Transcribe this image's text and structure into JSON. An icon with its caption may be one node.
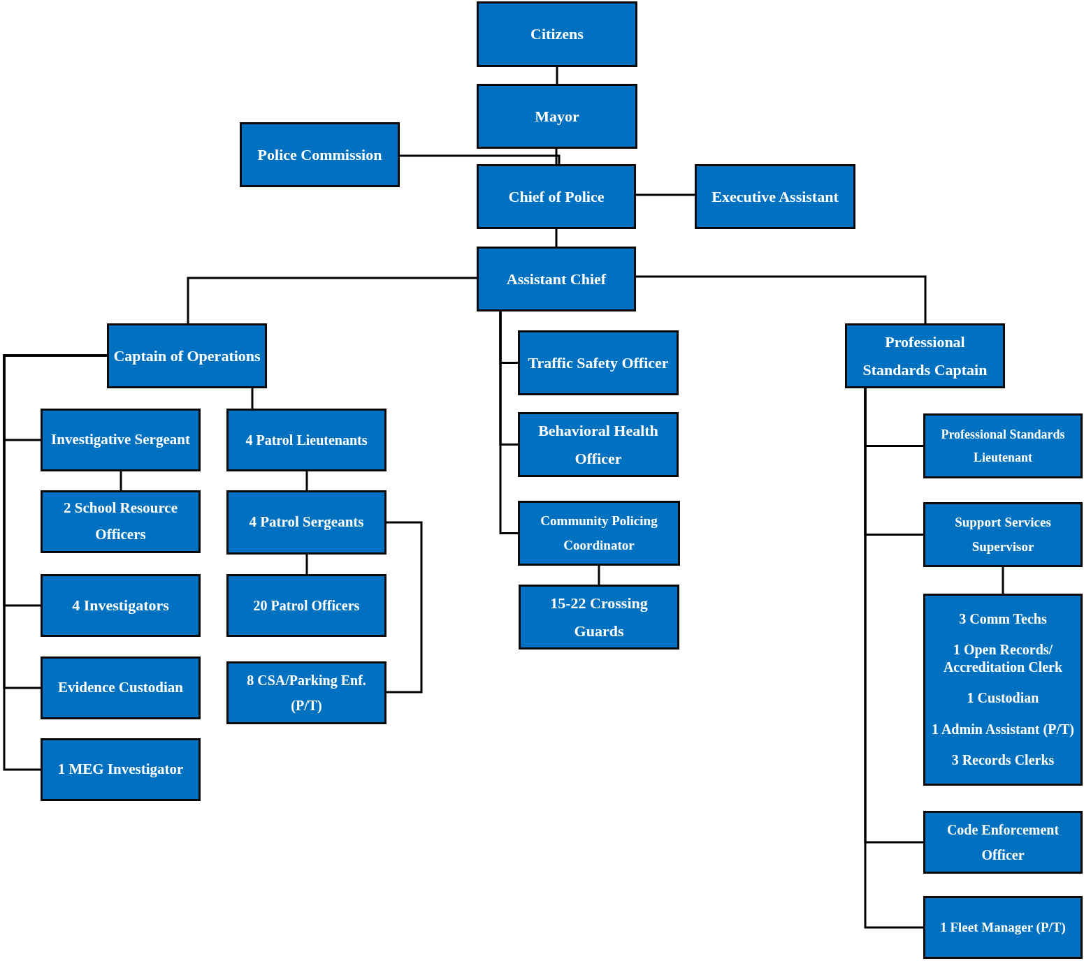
{
  "diagram": {
    "nodes": [
      {
        "text": [
          "Citizens"
        ]
      },
      {
        "text": [
          "Mayor"
        ]
      },
      {
        "text": [
          "Police Commission"
        ]
      },
      {
        "text": [
          "Chief of Police"
        ]
      },
      {
        "text": [
          "Executive Assistant"
        ]
      },
      {
        "text": [
          "Assistant Chief"
        ]
      },
      {
        "text": [
          "Captain of Operations"
        ]
      },
      {
        "text": [
          "Traffic Safety Officer"
        ]
      },
      {
        "text": [
          "Behavioral Health Officer"
        ]
      },
      {
        "text": [
          "Community Policing Coordinator"
        ]
      },
      {
        "text": [
          "15-22 Crossing Guards"
        ]
      },
      {
        "text": [
          "Professional Standards Captain"
        ]
      },
      {
        "text": [
          "Investigative Sergeant"
        ]
      },
      {
        "text": [
          "4 Patrol Lieutenants"
        ]
      },
      {
        "text": [
          "2 School Resource Officers"
        ]
      },
      {
        "text": [
          "4 Patrol Sergeants"
        ]
      },
      {
        "text": [
          "4 Investigators"
        ]
      },
      {
        "text": [
          "20 Patrol Officers"
        ]
      },
      {
        "text": [
          "Evidence Custodian"
        ]
      },
      {
        "text": [
          "8 CSA/Parking Enf. (P/T)"
        ]
      },
      {
        "text": [
          "1 MEG Investigator"
        ]
      },
      {
        "text": [
          "Professional Standards Lieutenant"
        ]
      },
      {
        "text": [
          "Support Services Supervisor"
        ]
      },
      {
        "text": [
          "3 Comm Techs",
          "1 Open Records/ Accreditation Clerk",
          "1 Custodian",
          "1 Admin Assistant (P/T)",
          "3 Records Clerks"
        ]
      },
      {
        "text": [
          "Code Enforcement Officer"
        ]
      },
      {
        "text": [
          "1 Fleet Manager (P/T)"
        ]
      }
    ],
    "edges": [
      {
        "from": 0,
        "to": 1,
        "arrow": "none"
      },
      {
        "from": 1,
        "to": 3,
        "arrow": "none"
      },
      {
        "from": 2,
        "to": 3,
        "arrow": "none"
      },
      {
        "from": 3,
        "to": 4,
        "arrow": "none"
      },
      {
        "from": 3,
        "to": 5,
        "arrow": "none"
      },
      {
        "from": 5,
        "to": 6,
        "arrow": "none"
      },
      {
        "from": 5,
        "to": 11,
        "arrow": "none"
      },
      {
        "from": 5,
        "to": 7,
        "arrow": "none"
      },
      {
        "from": 5,
        "to": 8,
        "arrow": "none"
      },
      {
        "from": 5,
        "to": 9,
        "arrow": "none"
      },
      {
        "from": 9,
        "to": 10,
        "arrow": "none"
      },
      {
        "from": 6,
        "to": 12,
        "arrow": "none"
      },
      {
        "from": 6,
        "to": 16,
        "arrow": "none"
      },
      {
        "from": 6,
        "to": 18,
        "arrow": "none"
      },
      {
        "from": 6,
        "to": 20,
        "arrow": "none"
      },
      {
        "from": 12,
        "to": 14,
        "arrow": "none"
      },
      {
        "from": 6,
        "to": 13,
        "arrow": "none"
      },
      {
        "from": 13,
        "to": 15,
        "arrow": "none"
      },
      {
        "from": 15,
        "to": 17,
        "arrow": "none"
      },
      {
        "from": 15,
        "to": 19,
        "arrow": "none"
      },
      {
        "from": 11,
        "to": 21,
        "arrow": "none"
      },
      {
        "from": 11,
        "to": 22,
        "arrow": "none"
      },
      {
        "from": 11,
        "to": 24,
        "arrow": "none"
      },
      {
        "from": 11,
        "to": 25,
        "arrow": "none"
      },
      {
        "from": 22,
        "to": 23,
        "arrow": "none"
      }
    ]
  }
}
